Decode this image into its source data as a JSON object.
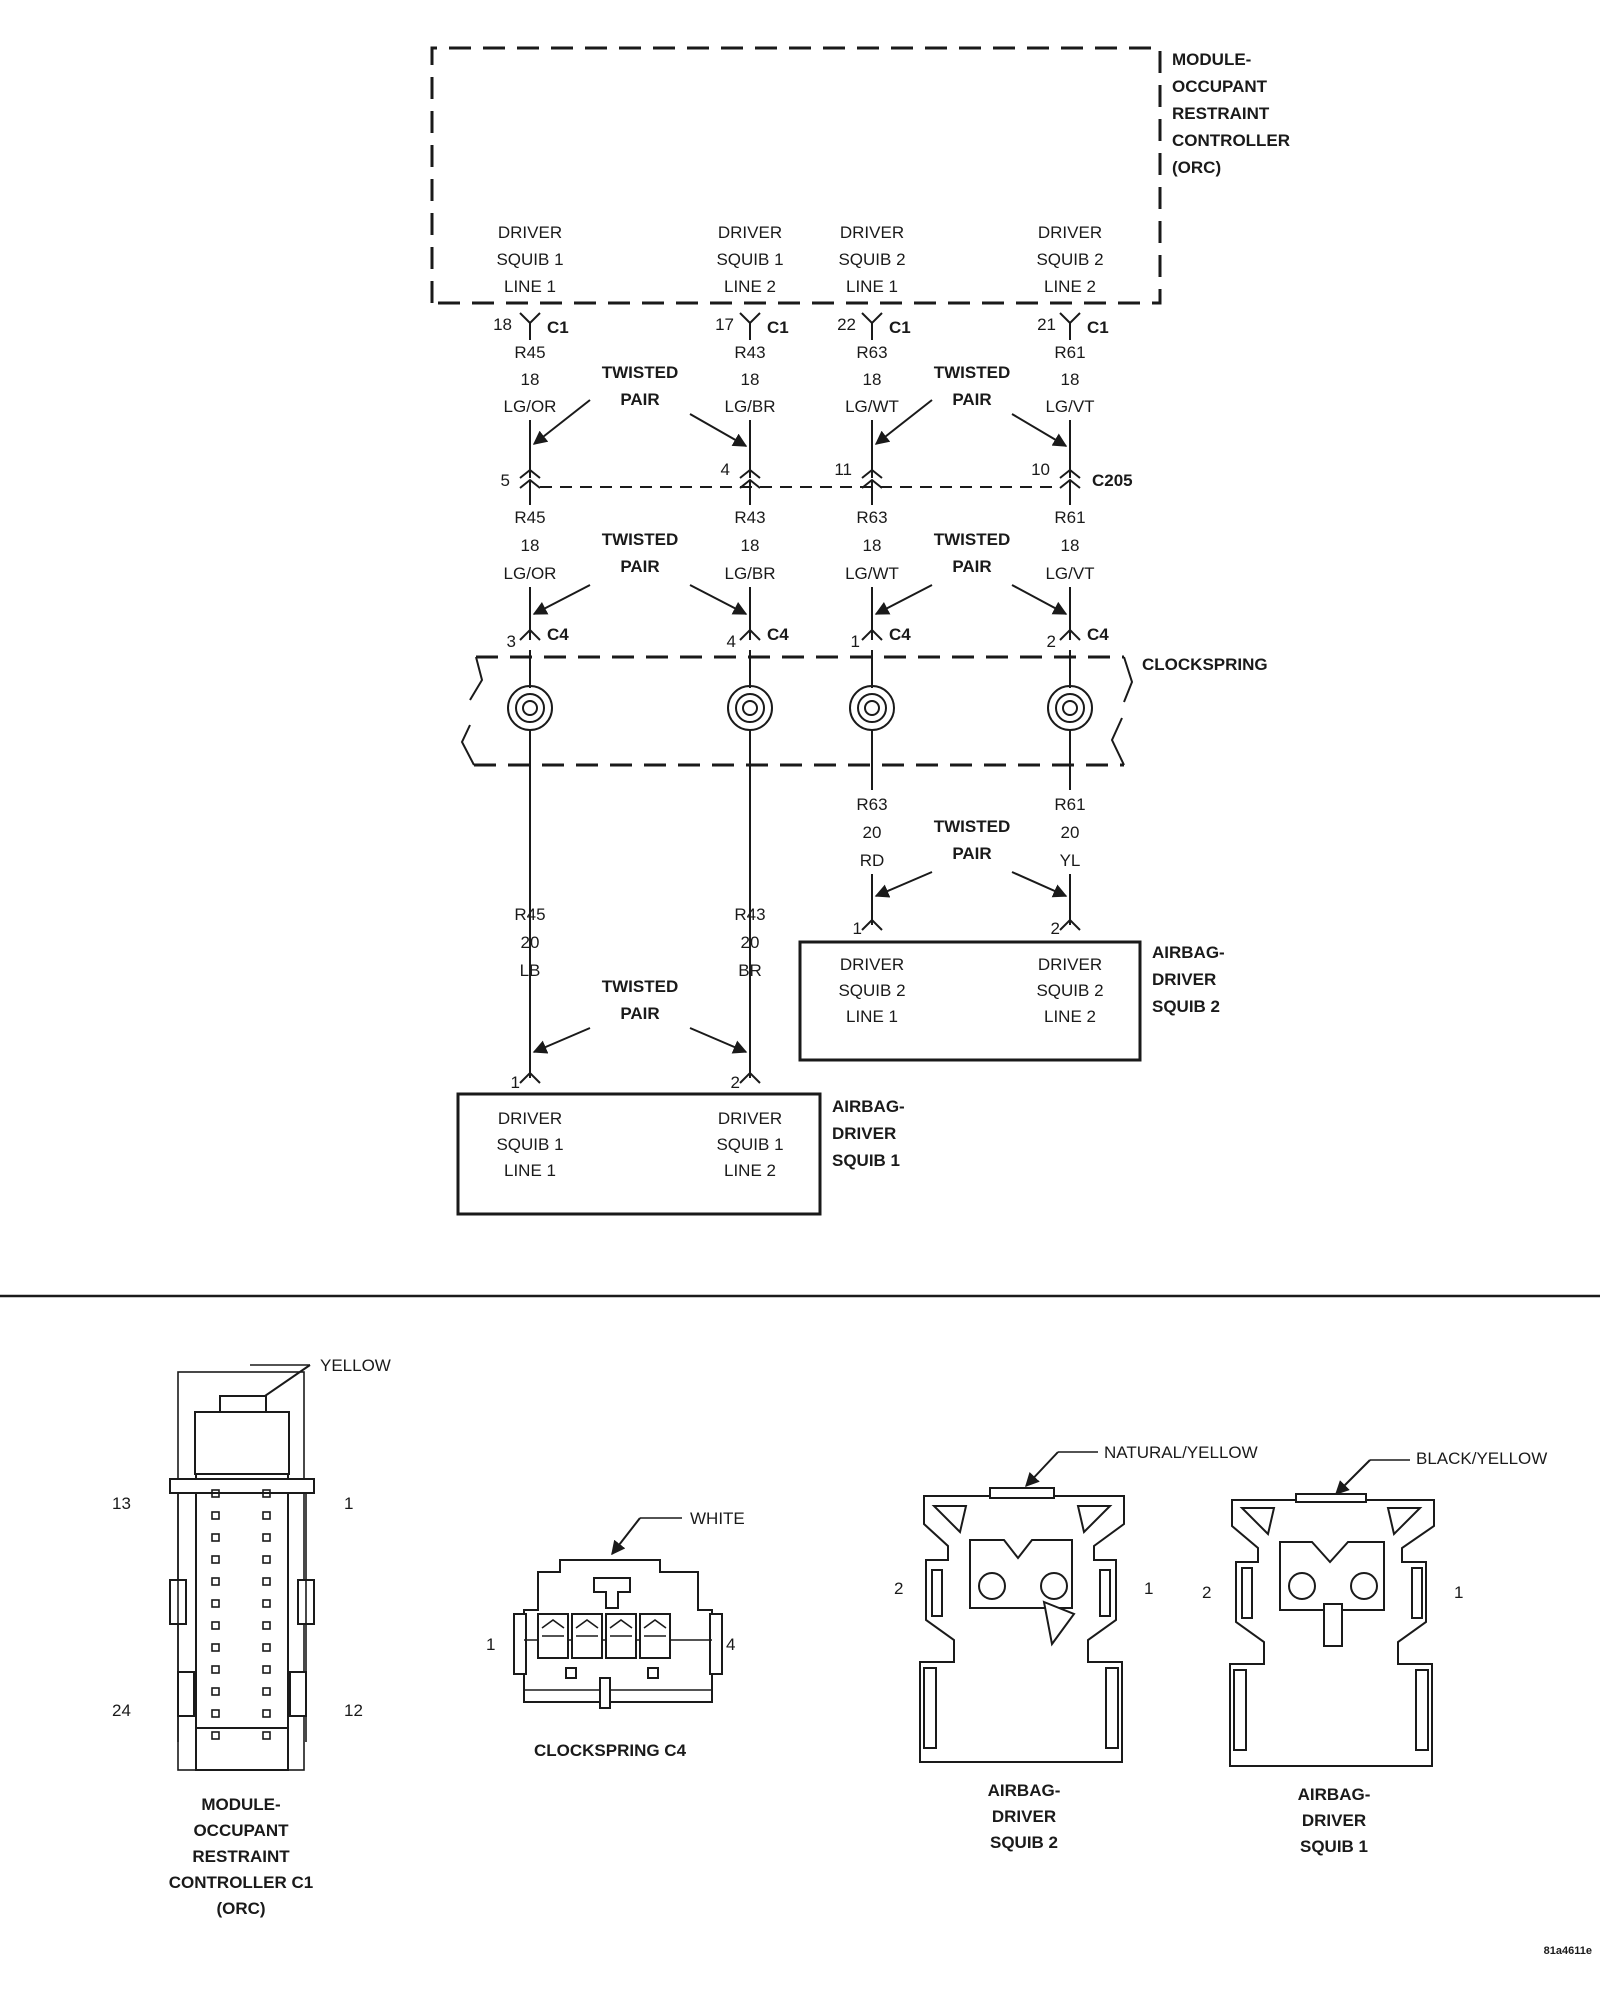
{
  "module": {
    "title_lines": [
      "MODULE-",
      "OCCUPANT",
      "RESTRAINT",
      "CONTROLLER",
      "(ORC)"
    ],
    "pins": [
      {
        "lines": [
          "DRIVER",
          "SQUIB 1",
          "LINE 1"
        ]
      },
      {
        "lines": [
          "DRIVER",
          "SQUIB 1",
          "LINE 2"
        ]
      },
      {
        "lines": [
          "DRIVER",
          "SQUIB 2",
          "LINE 1"
        ]
      },
      {
        "lines": [
          "DRIVER",
          "SQUIB 2",
          "LINE 2"
        ]
      }
    ]
  },
  "wires": [
    {
      "c1_pin": "18",
      "c1": "C1",
      "circuit": "R45",
      "gauge": "18",
      "color": "LG/OR",
      "c205_pin": "5",
      "c4_pin": "3",
      "c4": "C4",
      "out_gauge": "20",
      "out_color": "LB",
      "squib_pin": "1"
    },
    {
      "c1_pin": "17",
      "c1": "C1",
      "circuit": "R43",
      "gauge": "18",
      "color": "LG/BR",
      "c205_pin": "4",
      "c4_pin": "4",
      "c4": "C4",
      "out_gauge": "20",
      "out_color": "BR",
      "squib_pin": "2"
    },
    {
      "c1_pin": "22",
      "c1": "C1",
      "circuit": "R63",
      "gauge": "18",
      "color": "LG/WT",
      "c205_pin": "11",
      "c4_pin": "1",
      "c4": "C4",
      "out_gauge": "20",
      "out_color": "RD",
      "squib_pin": "1"
    },
    {
      "c1_pin": "21",
      "c1": "C1",
      "circuit": "R61",
      "gauge": "18",
      "color": "LG/VT",
      "c205_pin": "10",
      "c4_pin": "2",
      "c4": "C4",
      "out_gauge": "20",
      "out_color": "YL",
      "squib_pin": "2"
    }
  ],
  "twisted_pair": {
    "line1": "TWISTED",
    "line2": "PAIR"
  },
  "c205_label": "C205",
  "clockspring_label": "CLOCKSPRING",
  "squib2": {
    "title_lines": [
      "AIRBAG-",
      "DRIVER",
      "SQUIB 2"
    ],
    "pins": [
      {
        "lines": [
          "DRIVER",
          "SQUIB 2",
          "LINE 1"
        ]
      },
      {
        "lines": [
          "DRIVER",
          "SQUIB 2",
          "LINE 2"
        ]
      }
    ]
  },
  "squib1": {
    "title_lines": [
      "AIRBAG-",
      "DRIVER",
      "SQUIB 1"
    ],
    "pins": [
      {
        "lines": [
          "DRIVER",
          "SQUIB 1",
          "LINE 1"
        ]
      },
      {
        "lines": [
          "DRIVER",
          "SQUIB 1",
          "LINE 2"
        ]
      }
    ]
  },
  "connectors": {
    "orc_c1": {
      "color_label": "YELLOW",
      "pin_labels": {
        "top_left": "13",
        "top_right": "1",
        "bottom_left": "24",
        "bottom_right": "12"
      },
      "title_lines": [
        "MODULE-",
        "OCCUPANT",
        "RESTRAINT",
        "CONTROLLER C1",
        "(ORC)"
      ]
    },
    "clockspring_c4": {
      "color_label": "WHITE",
      "pin_labels": {
        "left": "1",
        "right": "4"
      },
      "title": "CLOCKSPRING C4"
    },
    "squib2_conn": {
      "color_label": "NATURAL/YELLOW",
      "pin_labels": {
        "left": "2",
        "right": "1"
      },
      "title_lines": [
        "AIRBAG-",
        "DRIVER",
        "SQUIB 2"
      ]
    },
    "squib1_conn": {
      "color_label": "BLACK/YELLOW",
      "pin_labels": {
        "left": "2",
        "right": "1"
      },
      "title_lines": [
        "AIRBAG-",
        "DRIVER",
        "SQUIB 1"
      ]
    }
  },
  "figure_id": "81a4611e"
}
